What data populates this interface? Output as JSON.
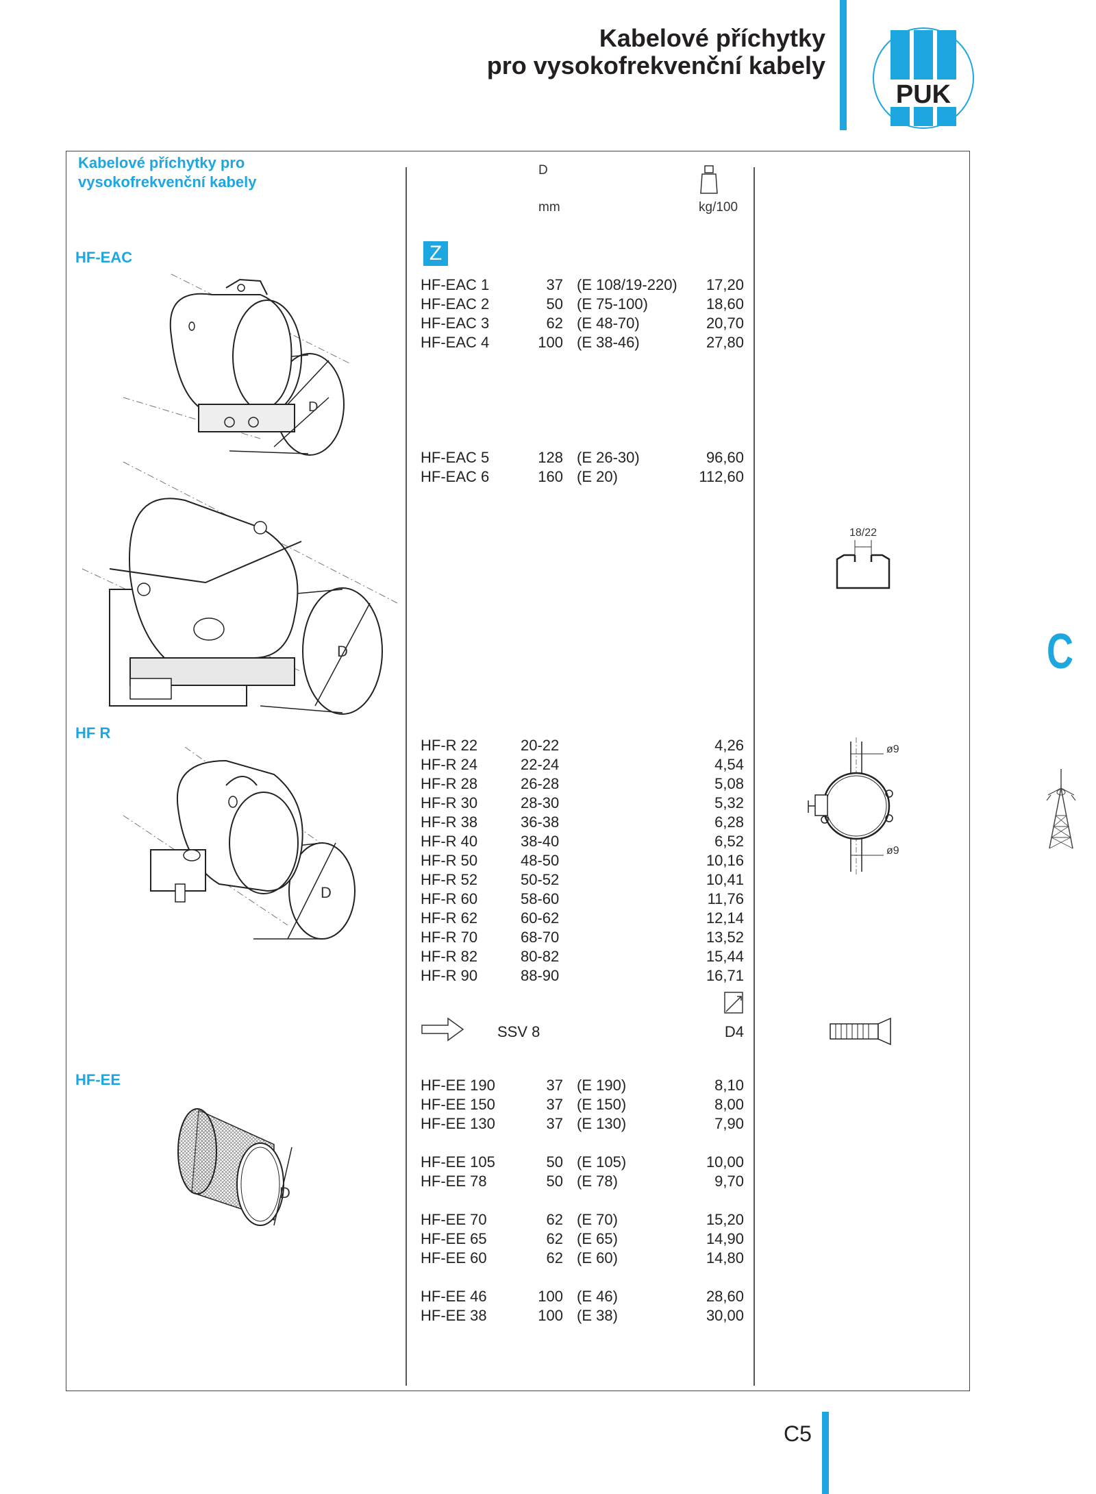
{
  "header": {
    "title_line1": "Kabelové příchytky",
    "title_line2": "pro vysokofrekvenční kabely",
    "logo_text": "PUK",
    "accent_color": "#1ea6e0"
  },
  "sidebar_heading": {
    "line1": "Kabelové příchytky pro",
    "line2": "vysokofrekvenční kabely"
  },
  "columns": {
    "d_label": "D",
    "d_unit": "mm",
    "weight_unit": "kg/100",
    "weight_icon": "weight-icon"
  },
  "z_badge": "Z",
  "sections": {
    "eac": {
      "label": "HF-EAC",
      "rows_a": [
        {
          "code": "HF-EAC 1",
          "d": "37",
          "e": "(E 108/19-220)",
          "w": "17,20"
        },
        {
          "code": "HF-EAC 2",
          "d": "50",
          "e": "(E 75-100)",
          "w": "18,60"
        },
        {
          "code": "HF-EAC 3",
          "d": "62",
          "e": "(E 48-70)",
          "w": "20,70"
        },
        {
          "code": "HF-EAC 4",
          "d": "100",
          "e": "(E 38-46)",
          "w": "27,80"
        }
      ],
      "rows_b": [
        {
          "code": "HF-EAC 5",
          "d": "128",
          "e": "(E 26-30)",
          "w": "96,60"
        },
        {
          "code": "HF-EAC 6",
          "d": "160",
          "e": "(E 20)",
          "w": "112,60"
        }
      ],
      "rail_label": "18/22",
      "drawing_label": "D"
    },
    "hfr": {
      "label": "HF R",
      "rows": [
        {
          "code": "HF-R 22",
          "d": "20-22",
          "w": "4,26"
        },
        {
          "code": "HF-R 24",
          "d": "22-24",
          "w": "4,54"
        },
        {
          "code": "HF-R 28",
          "d": "26-28",
          "w": "5,08"
        },
        {
          "code": "HF-R 30",
          "d": "28-30",
          "w": "5,32"
        },
        {
          "code": "HF-R 38",
          "d": "36-38",
          "w": "6,28"
        },
        {
          "code": "HF-R 40",
          "d": "38-40",
          "w": "6,52"
        },
        {
          "code": "HF-R 50",
          "d": "48-50",
          "w": "10,16"
        },
        {
          "code": "HF-R 52",
          "d": "50-52",
          "w": "10,41"
        },
        {
          "code": "HF-R 60",
          "d": "58-60",
          "w": "11,76"
        },
        {
          "code": "HF-R 62",
          "d": "60-62",
          "w": "12,14"
        },
        {
          "code": "HF-R 70",
          "d": "68-70",
          "w": "13,52"
        },
        {
          "code": "HF-R 82",
          "d": "80-82",
          "w": "15,44"
        },
        {
          "code": "HF-R 90",
          "d": "88-90",
          "w": "16,71"
        }
      ],
      "hole_label_top": "ø9",
      "hole_label_bottom": "ø9",
      "accessory": "SSV 8",
      "accessory_size": "D4",
      "drawing_label": "D"
    },
    "hfee": {
      "label": "HF-EE",
      "groups": [
        [
          {
            "code": "HF-EE 190",
            "d": "37",
            "e": "(E 190)",
            "w": "8,10"
          },
          {
            "code": "HF-EE 150",
            "d": "37",
            "e": "(E 150)",
            "w": "8,00"
          },
          {
            "code": "HF-EE 130",
            "d": "37",
            "e": "(E 130)",
            "w": "7,90"
          }
        ],
        [
          {
            "code": "HF-EE 105",
            "d": "50",
            "e": "(E 105)",
            "w": "10,00"
          },
          {
            "code": "HF-EE 78",
            "d": "50",
            "e": "(E 78)",
            "w": "9,70"
          }
        ],
        [
          {
            "code": "HF-EE 70",
            "d": "62",
            "e": "(E 70)",
            "w": "15,20"
          },
          {
            "code": "HF-EE 65",
            "d": "62",
            "e": "(E 65)",
            "w": "14,90"
          },
          {
            "code": "HF-EE 60",
            "d": "62",
            "e": "(E 60)",
            "w": "14,80"
          }
        ],
        [
          {
            "code": "HF-EE 46",
            "d": "100",
            "e": "(E 46)",
            "w": "28,60"
          },
          {
            "code": "HF-EE 38",
            "d": "100",
            "e": "(E 38)",
            "w": "30,00"
          }
        ]
      ],
      "drawing_label": "D"
    }
  },
  "side_tab": "C",
  "page_number": "C5"
}
